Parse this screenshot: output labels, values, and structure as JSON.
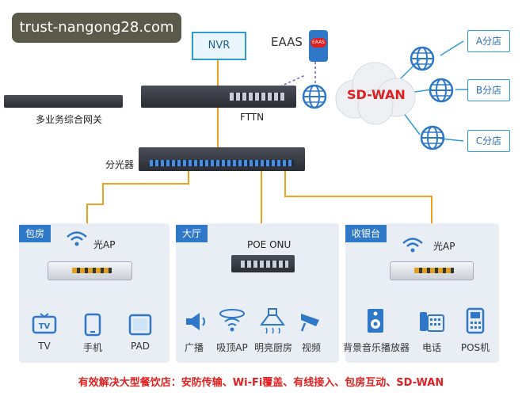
{
  "watermark": "trust-nangong28.com",
  "core": {
    "nvr": "NVR",
    "eaas": "EAAS",
    "phone_badge": "EAAS",
    "sdwan": "SD-WAN",
    "fttn": "FTTN",
    "gateway": "多业务综合网关",
    "splitter": "分光器"
  },
  "branches": [
    "A分店",
    "B分店",
    "C分店"
  ],
  "rooms": [
    {
      "tag": "包房",
      "device": "光AP",
      "items": [
        "TV",
        "手机",
        "PAD"
      ]
    },
    {
      "tag": "大厅",
      "device": "POE ONU",
      "items": [
        "广播",
        "吸顶AP",
        "明亮厨房",
        "视频"
      ]
    },
    {
      "tag": "收银台",
      "device": "光AP",
      "items": [
        "背景音乐播放器",
        "电话",
        "POS机"
      ]
    }
  ],
  "footer": "有效解决大型餐饮店：安防传输、Wi-Fi覆盖、有线接入、包房互动、SD-WAN",
  "colors": {
    "fiber": "#f0a020",
    "accent": "#2e78c7",
    "lan": "#3a4fd0",
    "footer": "#e02020"
  }
}
